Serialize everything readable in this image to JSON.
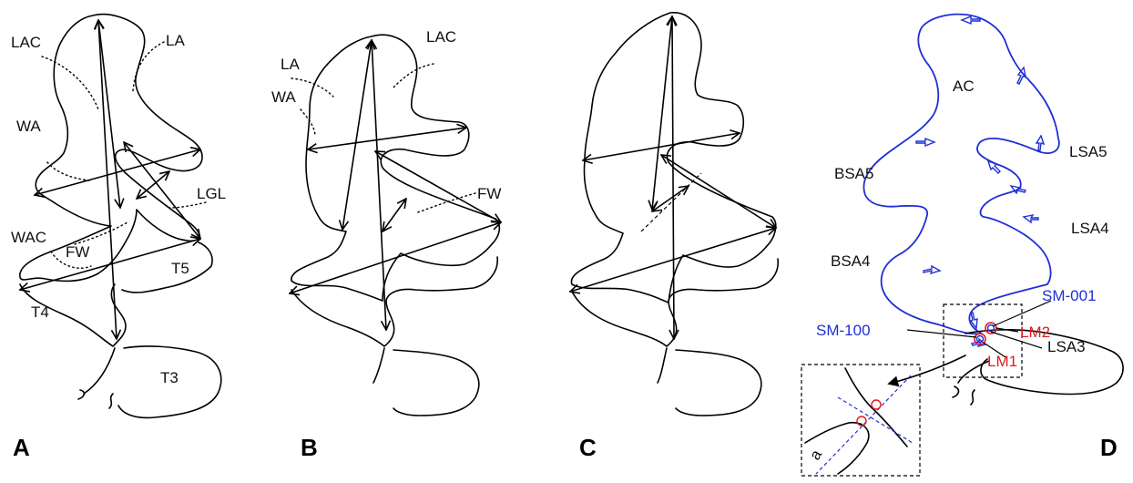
{
  "colors": {
    "landmark": "#e31a1c",
    "semilandmark": "#1f2fd6",
    "outline": "#000000"
  },
  "panels": {
    "a": {
      "panel_label": "A",
      "labels": {
        "lac": "LAC",
        "la": "LA",
        "wa": "WA",
        "lgl": "LGL",
        "wac": "WAC",
        "fw": "FW",
        "t5": "T5",
        "t4": "T4",
        "t3": "T3"
      }
    },
    "b": {
      "panel_label": "B",
      "labels": {
        "la": "LA",
        "lac": "LAC",
        "wa": "WA",
        "fw": "FW"
      }
    },
    "c": {
      "panel_label": "C"
    },
    "d": {
      "panel_label": "D",
      "labels": {
        "ac": "AC",
        "lsa5": "LSA5",
        "bsa5": "BSA5",
        "lsa4": "LSA4",
        "bsa4": "BSA4",
        "lsa3": "LSA3"
      },
      "semilandmark_labels": {
        "sm001": "SM-001",
        "sm100": "SM-100"
      },
      "landmark_labels": {
        "lm2": "LM2",
        "lm1": "LM1"
      },
      "inset_label": "a"
    }
  }
}
